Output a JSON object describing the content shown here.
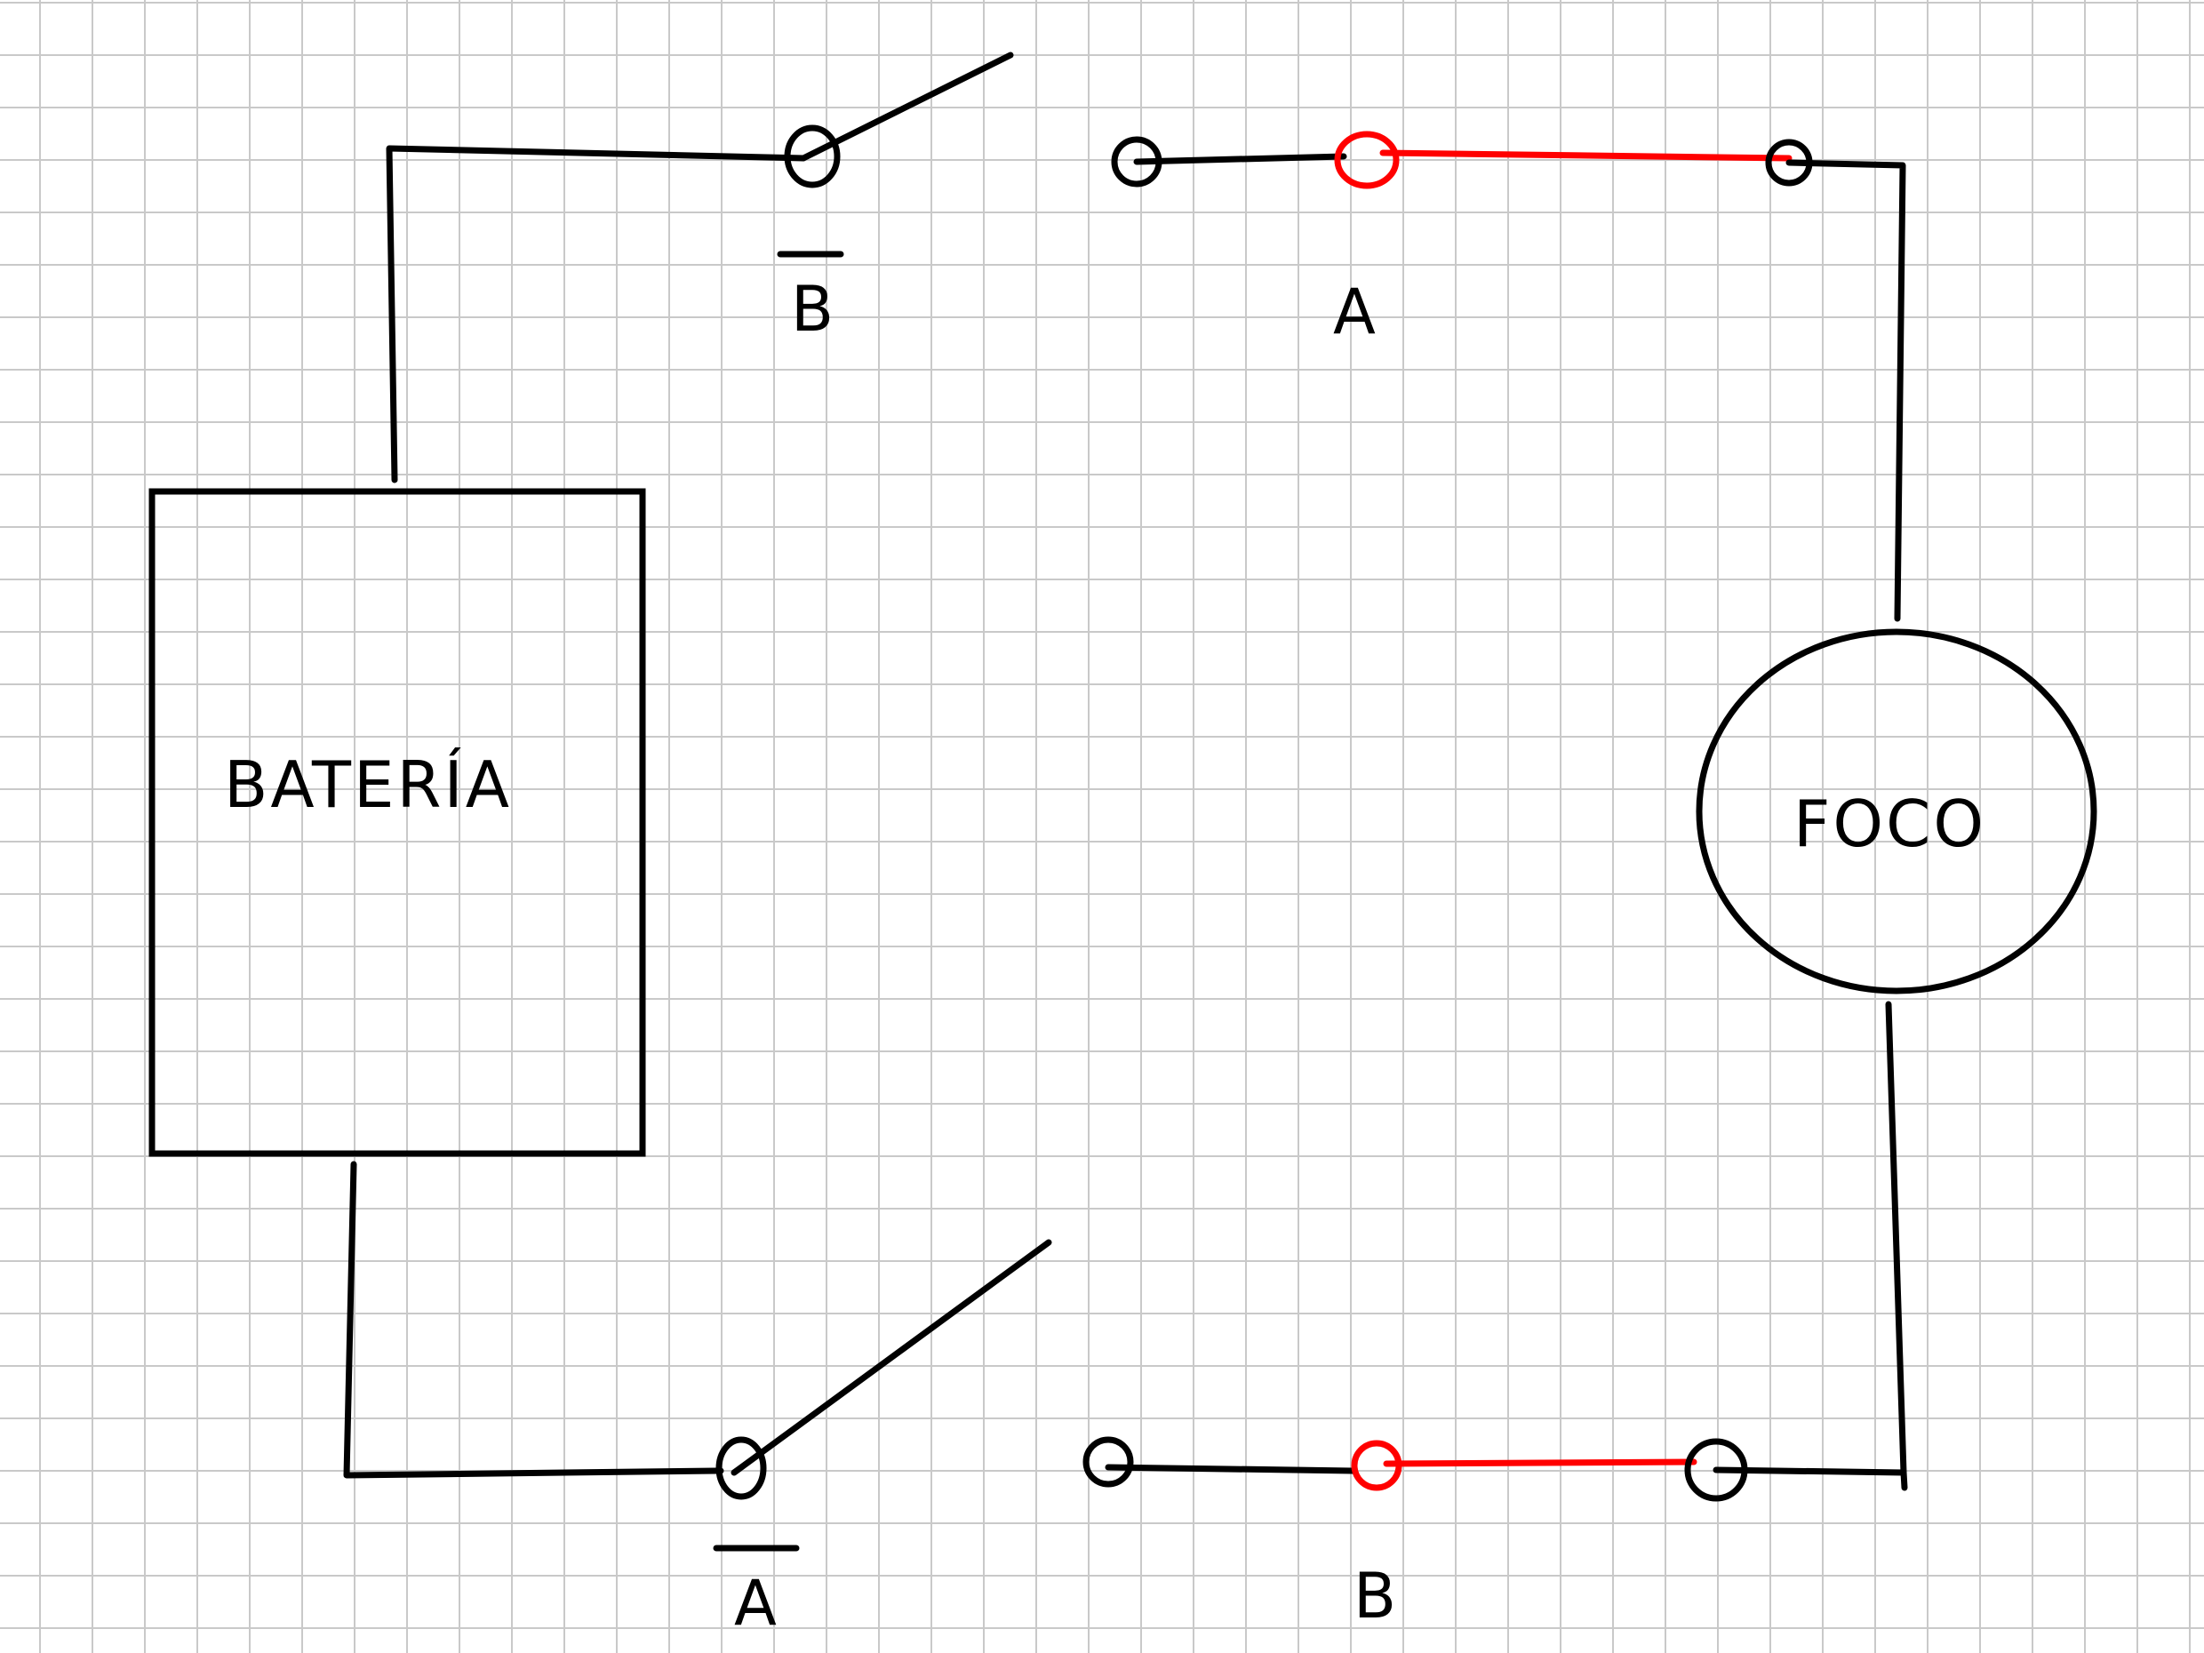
{
  "diagram": {
    "battery_label": "BATERÍA",
    "bulb_label": "FOCO",
    "switch_top_left_label": "B",
    "switch_top_right_label": "A",
    "switch_bottom_left_label": "A",
    "switch_bottom_right_label": "B"
  },
  "colors": {
    "wire": "#000000",
    "closed_contact": "#ff0000",
    "grid": "#c9c9c9",
    "background": "#ffffff"
  }
}
